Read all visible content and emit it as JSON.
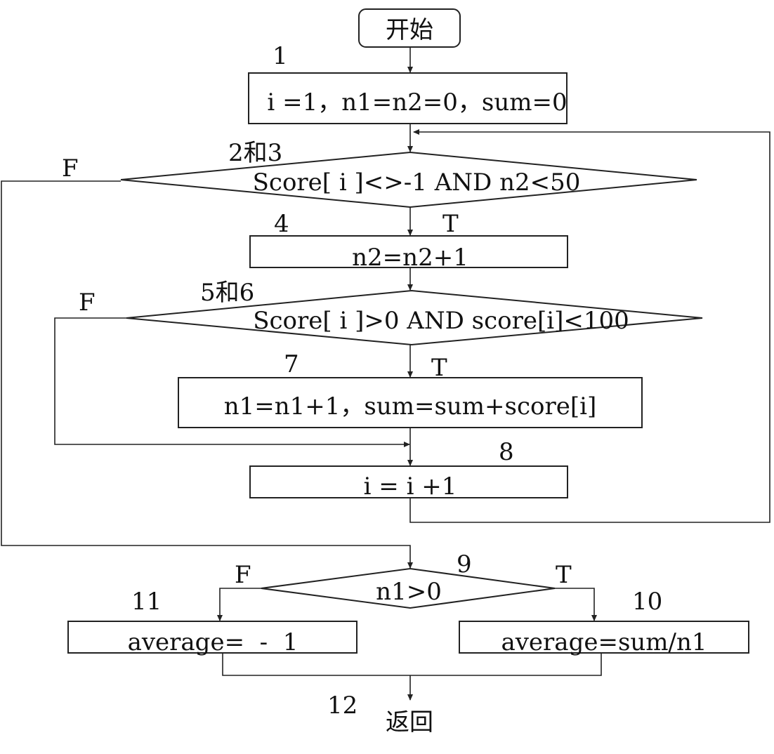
{
  "nodes": {
    "start": "开始",
    "init": "i =1，n1=n2=0，sum=0",
    "cond1": "Score[ i ]<>-1 AND n2<50",
    "inc_n2": "n2=n2+1",
    "cond2": "Score[ i ]>0 AND score[i]<100",
    "accumulate": "n1=n1+1，sum=sum+score[i]",
    "inc_i": "i = i +1",
    "cond3": "n1>0",
    "avg_neg": "average=  -  1",
    "avg_calc": "average=sum/n1",
    "end": "返回"
  },
  "step_labels": {
    "s1": "1",
    "s23": "2和3",
    "s4": "4",
    "s56": "5和6",
    "s7": "7",
    "s8": "8",
    "s9": "9",
    "s10": "10",
    "s11": "11",
    "s12": "12"
  },
  "branch_labels": {
    "cond1_false": "F",
    "cond1_true": "T",
    "cond2_false": "F",
    "cond2_true": "T",
    "cond3_false": "F",
    "cond3_true": "T"
  }
}
